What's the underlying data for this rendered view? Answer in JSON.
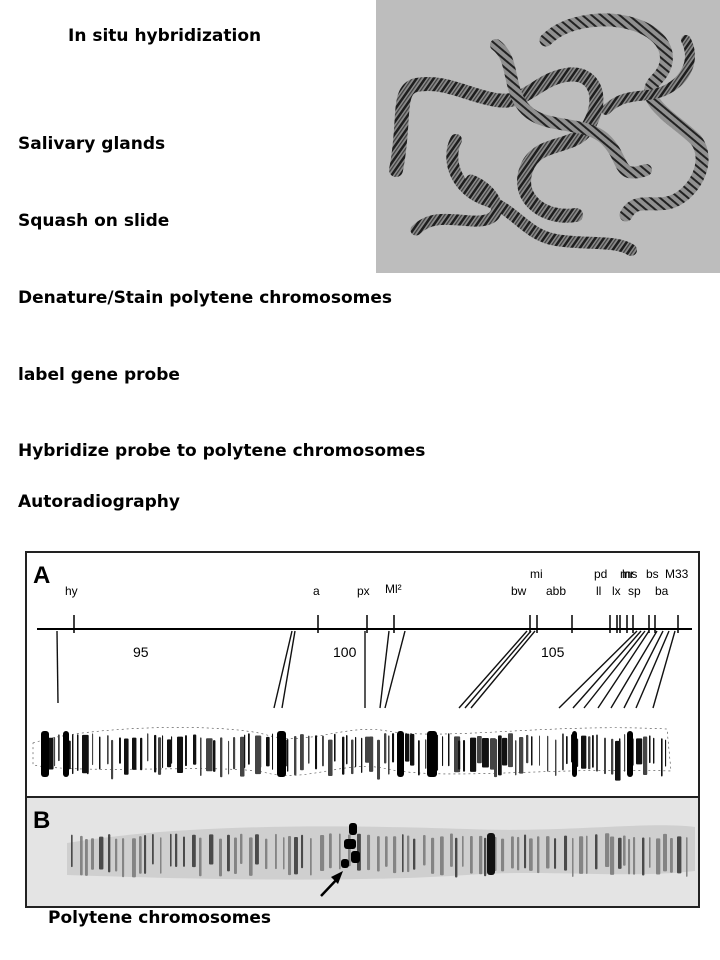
{
  "title": "In situ hybridization",
  "steps": [
    "Salivary glands",
    "Squash on slide",
    "Denature/Stain polytene chromosomes",
    "label gene probe",
    "Hybridize probe to polytene chromosomes",
    "Autoradiography"
  ],
  "figure": {
    "panel_a": "A",
    "panel_b": "B",
    "map_numbers": [
      "95",
      "100",
      "105"
    ],
    "gene_labels": [
      "hy",
      "a",
      "px",
      "Ml²",
      "bw",
      "mi",
      "abb",
      "pd",
      "ll",
      "mr",
      "lx",
      "lns",
      "sp",
      "bs",
      "ba",
      "M33"
    ],
    "caption": "Polytene chromosomes"
  }
}
